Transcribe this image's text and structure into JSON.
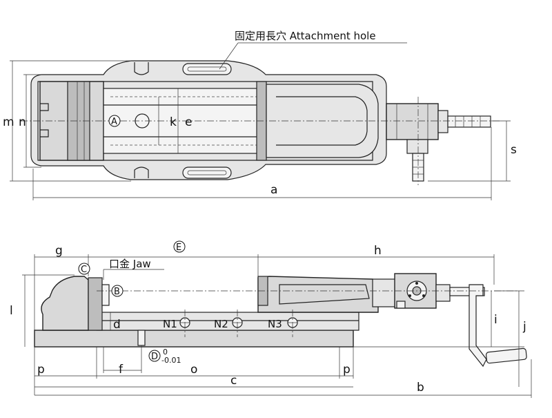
{
  "labels": {
    "attachment_hole": "固定用長穴 Attachment hole",
    "jaw": "口金 Jaw",
    "a": "a",
    "b": "b",
    "c": "c",
    "d": "d",
    "e": "e",
    "f": "f",
    "g": "g",
    "h": "h",
    "i": "i",
    "j": "j",
    "k": "k",
    "l": "l",
    "m": "m",
    "n": "n",
    "o": "o",
    "p_left": "p",
    "p_right": "p",
    "s": "s",
    "circle_a": "A",
    "circle_b": "B",
    "circle_c": "C",
    "circle_d": "D",
    "circle_e": "E",
    "n1": "N1",
    "n2": "N2",
    "n3": "N3",
    "tol_upper": "0",
    "tol_lower": "-0.01"
  }
}
